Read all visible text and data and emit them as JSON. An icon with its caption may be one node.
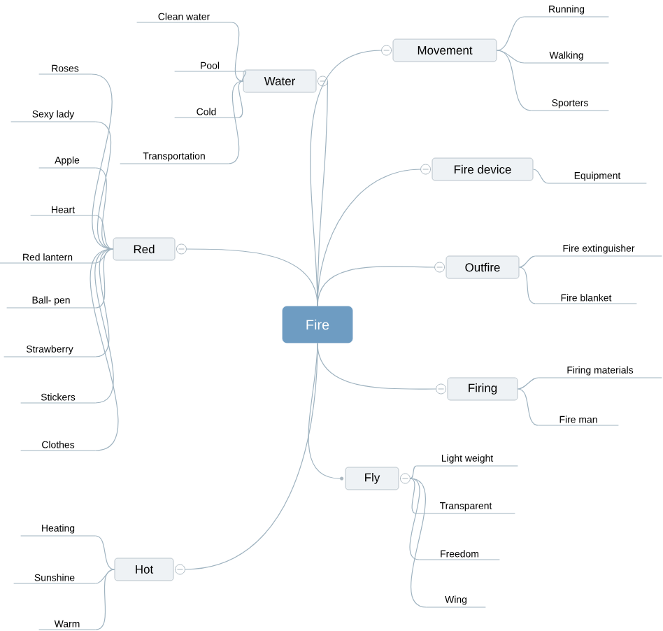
{
  "diagram": {
    "nodes": [
      {
        "text": [
          "Fire"
        ]
      },
      {
        "text": [
          "Water"
        ]
      },
      {
        "text": [
          "Clean water"
        ]
      },
      {
        "text": [
          "Pool"
        ]
      },
      {
        "text": [
          "Cold"
        ]
      },
      {
        "text": [
          "Transportation"
        ]
      },
      {
        "text": [
          "Movement"
        ]
      },
      {
        "text": [
          "Running"
        ]
      },
      {
        "text": [
          "Walking"
        ]
      },
      {
        "text": [
          "Sporters"
        ]
      },
      {
        "text": [
          "Fire device"
        ]
      },
      {
        "text": [
          "Equipment"
        ]
      },
      {
        "text": [
          "Red"
        ]
      },
      {
        "text": [
          "Roses"
        ]
      },
      {
        "text": [
          "Sexy lady"
        ]
      },
      {
        "text": [
          "Apple"
        ]
      },
      {
        "text": [
          "Heart"
        ]
      },
      {
        "text": [
          "Red lantern"
        ]
      },
      {
        "text": [
          "Ball- pen"
        ]
      },
      {
        "text": [
          "Strawberry"
        ]
      },
      {
        "text": [
          "Stickers"
        ]
      },
      {
        "text": [
          "Clothes"
        ]
      },
      {
        "text": [
          "Outfire"
        ]
      },
      {
        "text": [
          "Fire extinguisher"
        ]
      },
      {
        "text": [
          "Fire blanket"
        ]
      },
      {
        "text": [
          "Firing"
        ]
      },
      {
        "text": [
          "Firing materials"
        ]
      },
      {
        "text": [
          "Fire man"
        ]
      },
      {
        "text": [
          "Fly"
        ]
      },
      {
        "text": [
          "Light weight"
        ]
      },
      {
        "text": [
          "Transparent"
        ]
      },
      {
        "text": [
          "Freedom"
        ]
      },
      {
        "text": [
          "Wing"
        ]
      },
      {
        "text": [
          "Hot"
        ]
      },
      {
        "text": [
          "Heating"
        ]
      },
      {
        "text": [
          "Sunshine"
        ]
      },
      {
        "text": [
          "Warm"
        ]
      }
    ],
    "edges": [
      {
        "from": 0,
        "to": 1,
        "arrow": "none"
      },
      {
        "from": 1,
        "to": 2,
        "arrow": "none"
      },
      {
        "from": 1,
        "to": 3,
        "arrow": "none"
      },
      {
        "from": 1,
        "to": 4,
        "arrow": "none"
      },
      {
        "from": 1,
        "to": 5,
        "arrow": "none"
      },
      {
        "from": 0,
        "to": 6,
        "arrow": "none"
      },
      {
        "from": 6,
        "to": 7,
        "arrow": "none"
      },
      {
        "from": 6,
        "to": 8,
        "arrow": "none"
      },
      {
        "from": 6,
        "to": 9,
        "arrow": "none"
      },
      {
        "from": 0,
        "to": 10,
        "arrow": "none"
      },
      {
        "from": 10,
        "to": 11,
        "arrow": "none"
      },
      {
        "from": 0,
        "to": 12,
        "arrow": "none"
      },
      {
        "from": 12,
        "to": 13,
        "arrow": "none"
      },
      {
        "from": 12,
        "to": 14,
        "arrow": "none"
      },
      {
        "from": 12,
        "to": 15,
        "arrow": "none"
      },
      {
        "from": 12,
        "to": 16,
        "arrow": "none"
      },
      {
        "from": 12,
        "to": 17,
        "arrow": "none"
      },
      {
        "from": 12,
        "to": 18,
        "arrow": "none"
      },
      {
        "from": 12,
        "to": 19,
        "arrow": "none"
      },
      {
        "from": 12,
        "to": 20,
        "arrow": "none"
      },
      {
        "from": 12,
        "to": 21,
        "arrow": "none"
      },
      {
        "from": 0,
        "to": 22,
        "arrow": "none"
      },
      {
        "from": 22,
        "to": 23,
        "arrow": "none"
      },
      {
        "from": 22,
        "to": 24,
        "arrow": "none"
      },
      {
        "from": 0,
        "to": 25,
        "arrow": "none"
      },
      {
        "from": 25,
        "to": 26,
        "arrow": "none"
      },
      {
        "from": 25,
        "to": 27,
        "arrow": "none"
      },
      {
        "from": 0,
        "to": 28,
        "arrow": "none"
      },
      {
        "from": 28,
        "to": 29,
        "arrow": "none"
      },
      {
        "from": 28,
        "to": 30,
        "arrow": "none"
      },
      {
        "from": 28,
        "to": 31,
        "arrow": "none"
      },
      {
        "from": 28,
        "to": 32,
        "arrow": "none"
      },
      {
        "from": 0,
        "to": 33,
        "arrow": "none"
      },
      {
        "from": 33,
        "to": 34,
        "arrow": "none"
      },
      {
        "from": 33,
        "to": 35,
        "arrow": "none"
      },
      {
        "from": 33,
        "to": 36,
        "arrow": "none"
      }
    ]
  }
}
